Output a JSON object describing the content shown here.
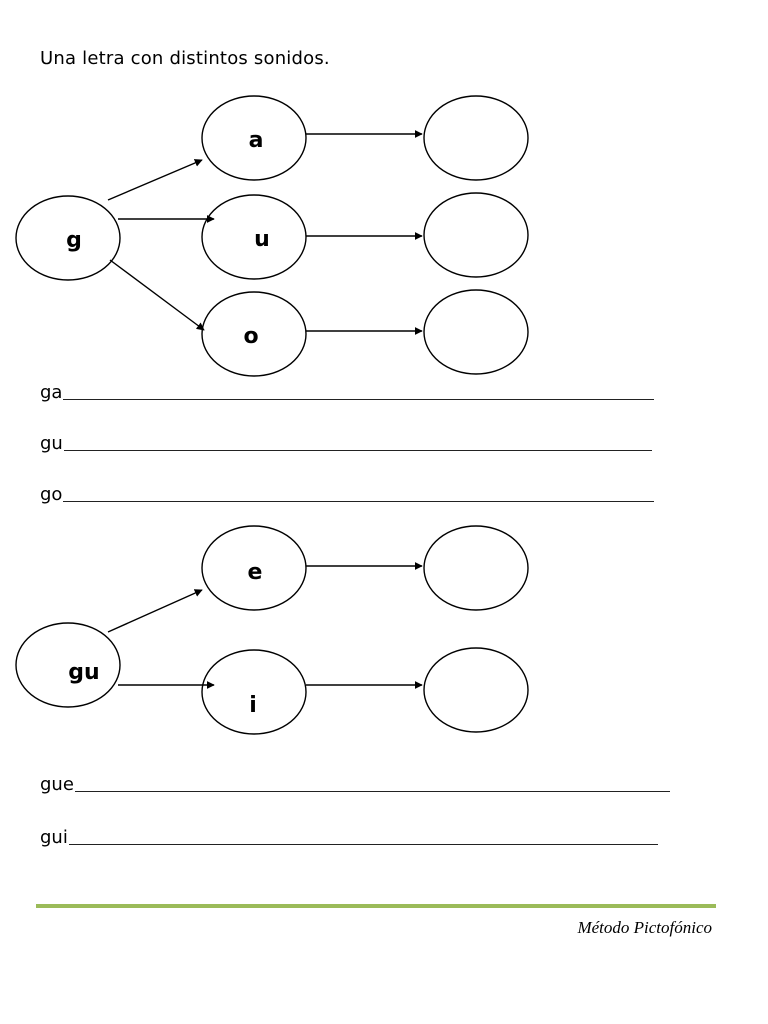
{
  "title": "Una letra con distintos sonidos.",
  "diagram1": {
    "root": "g",
    "branches": [
      "a",
      "u",
      "o"
    ]
  },
  "lines1": [
    "ga",
    "gu",
    "go"
  ],
  "diagram2": {
    "root": "gu",
    "branches": [
      "e",
      "i"
    ]
  },
  "lines2": [
    "gue",
    "gui"
  ],
  "footer": "Método Pictofónico"
}
